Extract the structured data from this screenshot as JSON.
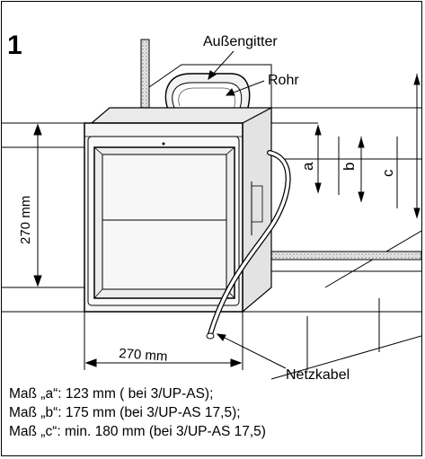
{
  "figure": {
    "number": "1",
    "labels": {
      "grille": "Außengitter",
      "pipe": "Rohr",
      "cable": "Netzkabel",
      "a": "a",
      "b": "b",
      "c": "c",
      "height": "270 mm",
      "width": "270 mm"
    }
  },
  "notes": [
    "Maß „a“: 123 mm ( bei 3/UP-AS);",
    "Maß „b“: 175 mm (bei 3/UP-AS 17,5);",
    "Maß „c“: min. 180 mm (bei 3/UP-AS 17,5)"
  ]
}
